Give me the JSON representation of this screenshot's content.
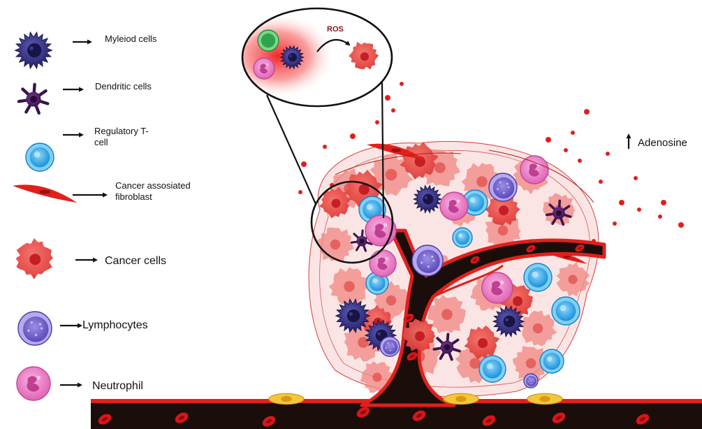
{
  "legend": [
    {
      "label": "Myleiod cells",
      "icon": "myeloid-cell-icon"
    },
    {
      "label": "Dendritic cells",
      "icon": "dendritic-cell-icon"
    },
    {
      "label_lines": [
        "Regulatory T-",
        "cell"
      ],
      "icon": "regulatory-t-cell-icon"
    },
    {
      "label_lines": [
        "Cancer assosiated",
        "fibroblast"
      ],
      "icon": "fibroblast-icon"
    },
    {
      "label": "Cancer cells",
      "icon": "cancer-cell-icon"
    },
    {
      "label": "Lymphocytes",
      "icon": "lymphocyte-icon"
    },
    {
      "label": "Neutrophil",
      "icon": "neutrophil-icon"
    }
  ],
  "inset": {
    "ros_label": "ROS"
  },
  "adenosine": {
    "label": "Adenosine",
    "direction": "up"
  },
  "colors": {
    "myeloid": "#2d2a78",
    "dendritic": "#4a1d5e",
    "treg": "#1fa3e0",
    "cancer": "#e8423f",
    "lymphocyte": "#6f5bc9",
    "neutrophil": "#e86fbf",
    "vessel": "#1a0d0a",
    "vessel_wall": "#e0201c"
  }
}
